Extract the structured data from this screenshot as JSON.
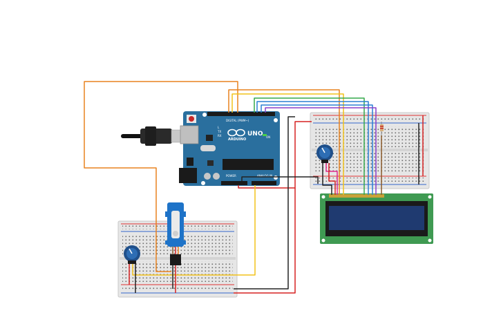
{
  "board": {
    "brand_label": "ARDUINO",
    "model_label": "UNO",
    "digital_header_label": "DIGITAL (PWM~)",
    "analog_header_label": "ANALOG IN",
    "power_header_label": "POWER",
    "tx_label": "TX",
    "rx_label": "RX",
    "l_label": "L",
    "on_label": "ON"
  },
  "colors": {
    "board_blue": "#2a6f9e",
    "breadboard": "#e6e6e6",
    "lcd_pcb": "#3f9a52",
    "lcd_screen": "#1f3a70",
    "servo_blue": "#1e73c8",
    "wire_orange": "#e8821e",
    "wire_yellow": "#f2c21a",
    "wire_green": "#33a84a",
    "wire_blue": "#2a7fd4",
    "wire_purple": "#8a3ec8",
    "wire_red": "#d62020",
    "wire_black": "#222222",
    "wire_pink": "#e0288a",
    "wire_brown": "#8a5a2a"
  },
  "components": {
    "usb_cable": "usb-cable",
    "potentiometer_count": 2,
    "servo": "micro-servo",
    "lcd": "16x2-lcd",
    "resistor": "resistor"
  }
}
